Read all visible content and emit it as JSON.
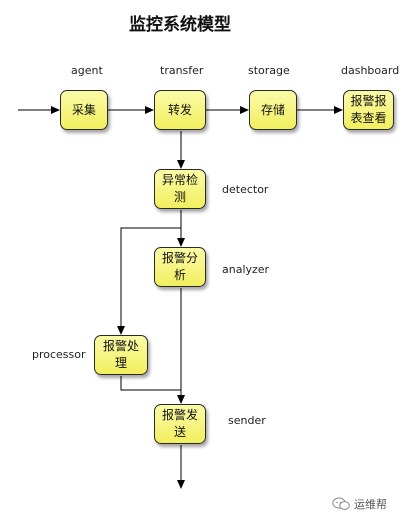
{
  "title": "监控系统模型",
  "stages": {
    "agent": "agent",
    "transfer": "transfer",
    "storage": "storage",
    "dashboard": "dashboard",
    "detector": "detector",
    "analyzer": "analyzer",
    "processor": "processor",
    "sender": "sender"
  },
  "nodes": {
    "collect": "采集",
    "forward": "转发",
    "store": "存储",
    "report": "报警报表查看",
    "anomaly": "异常检测",
    "analyze": "报警分析",
    "handle": "报警处理",
    "send": "报警发送"
  },
  "watermark": "运维帮",
  "colors": {
    "box_fill_top": "#fbfba8",
    "box_fill_bottom": "#f2ef5e",
    "border": "#2a2a2a",
    "arrow": "#000000"
  }
}
